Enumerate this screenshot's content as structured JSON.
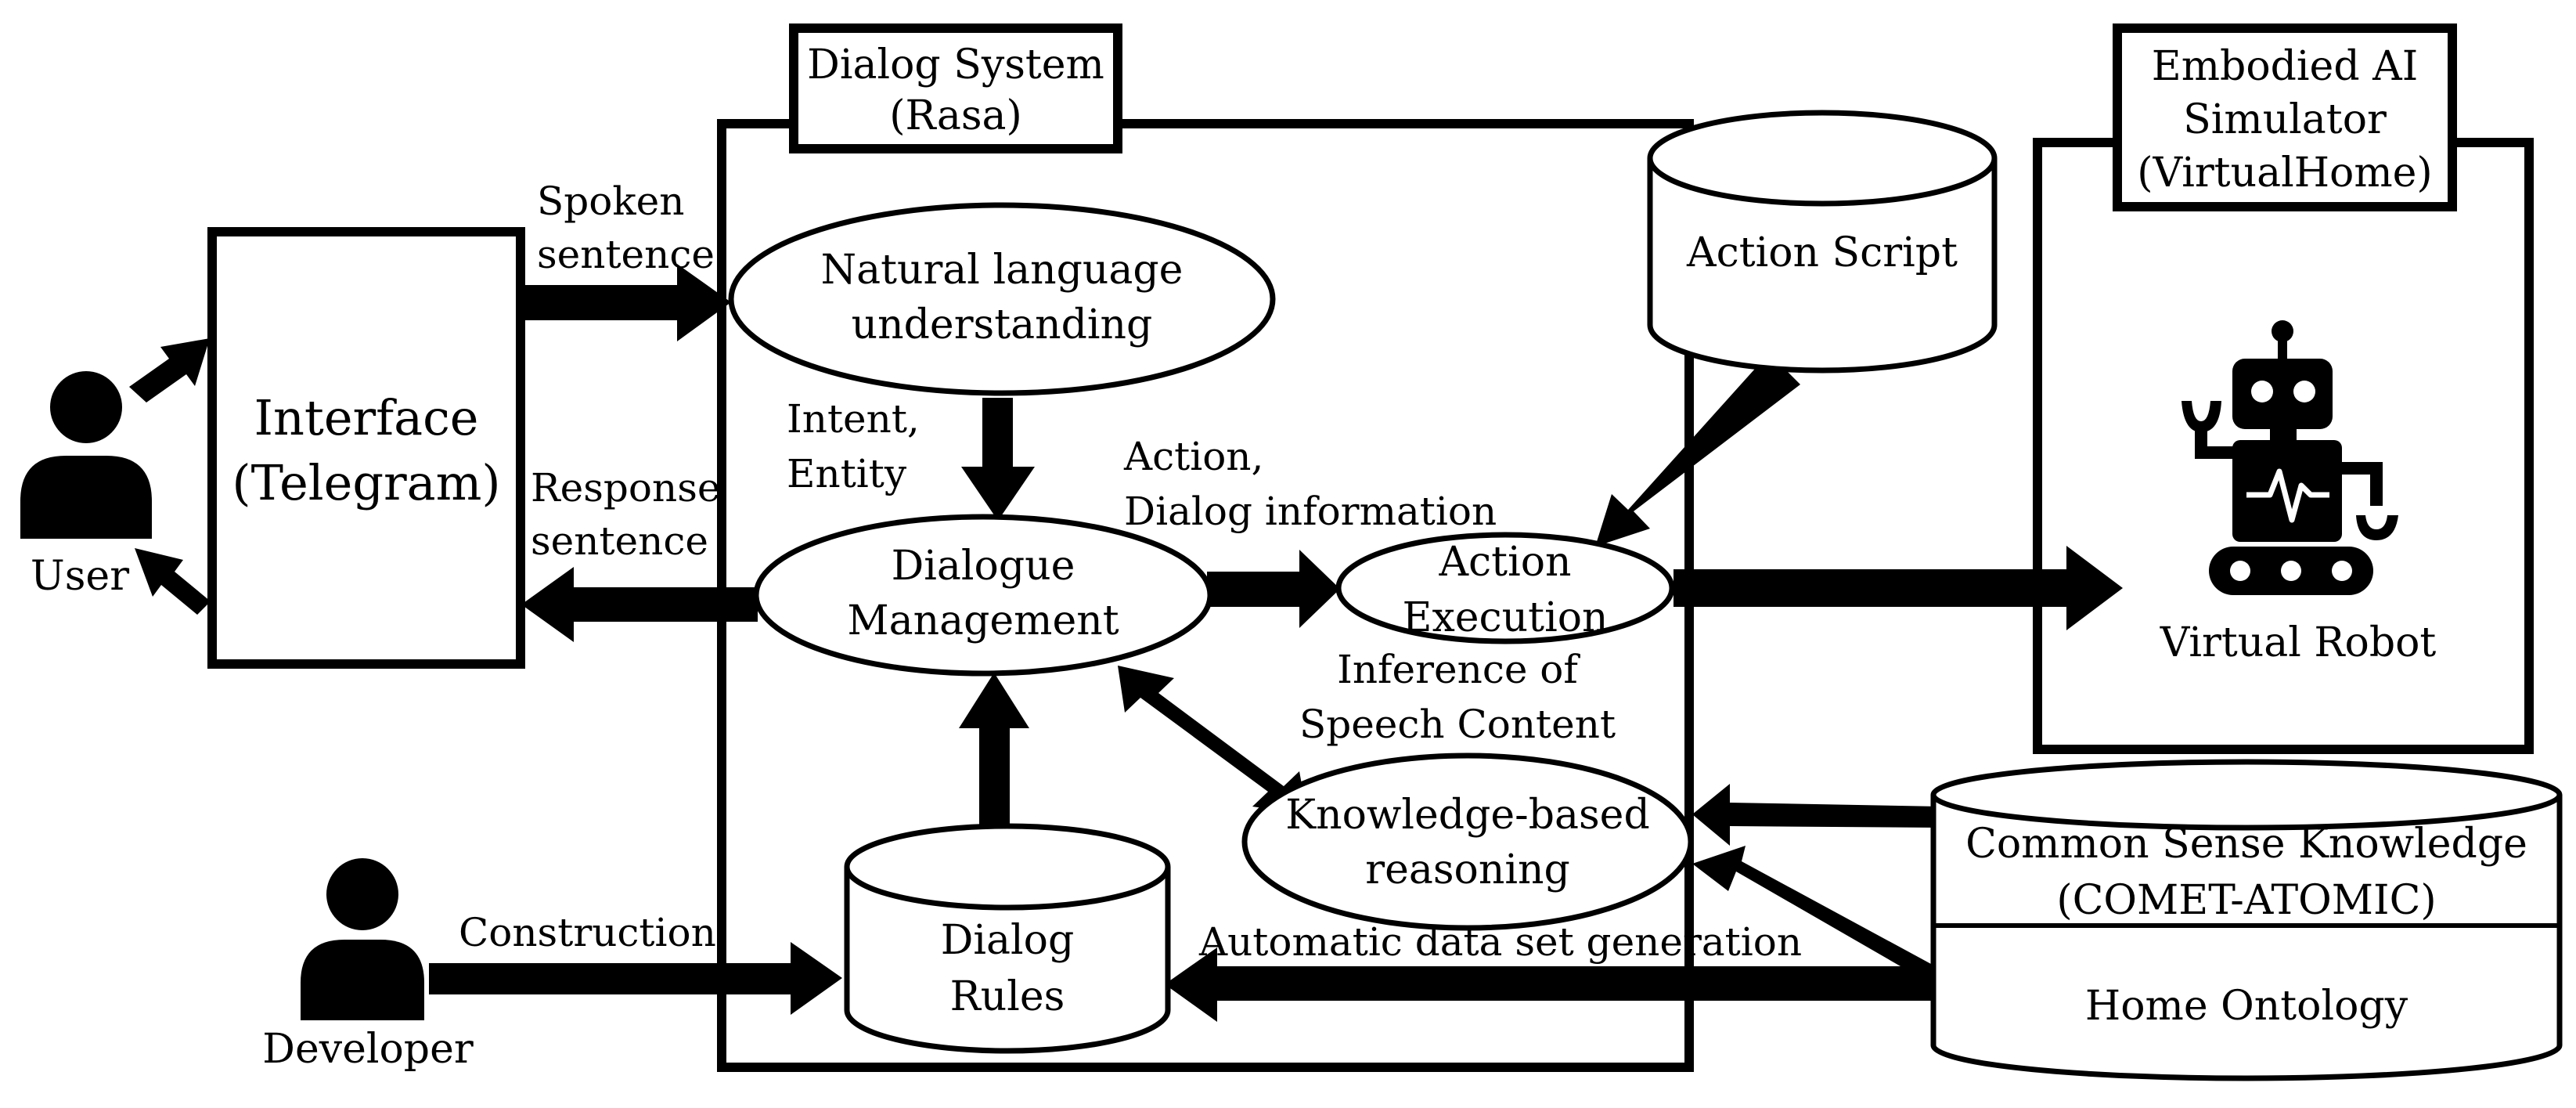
{
  "actors": {
    "user": "User",
    "developer": "Developer"
  },
  "interface": {
    "line1": "Interface",
    "line2": "(Telegram)"
  },
  "dialog_system": {
    "title_line1": "Dialog System",
    "title_line2": "(Rasa)"
  },
  "simulator": {
    "title_line1": "Embodied AI",
    "title_line2": "Simulator",
    "title_line3": "(VirtualHome)",
    "robot_label": "Virtual Robot"
  },
  "nodes": {
    "nlu_line1": "Natural language",
    "nlu_line2": "understanding",
    "dm_line1": "Dialogue",
    "dm_line2": "Management",
    "exec_line1": "Action",
    "exec_line2": "Execution",
    "kbr_line1": "Knowledge-based",
    "kbr_line2": "reasoning",
    "script": "Action Script",
    "rules_line1": "Dialog",
    "rules_line2": "Rules",
    "csk_line1": "Common Sense Knowledge",
    "csk_line2": "(COMET-ATOMIC)",
    "ontology": "Home Ontology"
  },
  "edge_labels": {
    "spoken_line1": "Spoken",
    "spoken_line2": "sentence",
    "response_line1": "Response",
    "response_line2": "sentence",
    "intent_line1": "Intent,",
    "intent_line2": "Entity",
    "action_line1": "Action,",
    "action_line2": "Dialog information",
    "inference_line1": "Inference of",
    "inference_line2": "Speech Content",
    "construction": "Construction",
    "auto_gen": "Automatic data set generation"
  },
  "colors": {
    "ink": "#000000",
    "paper": "#ffffff"
  }
}
